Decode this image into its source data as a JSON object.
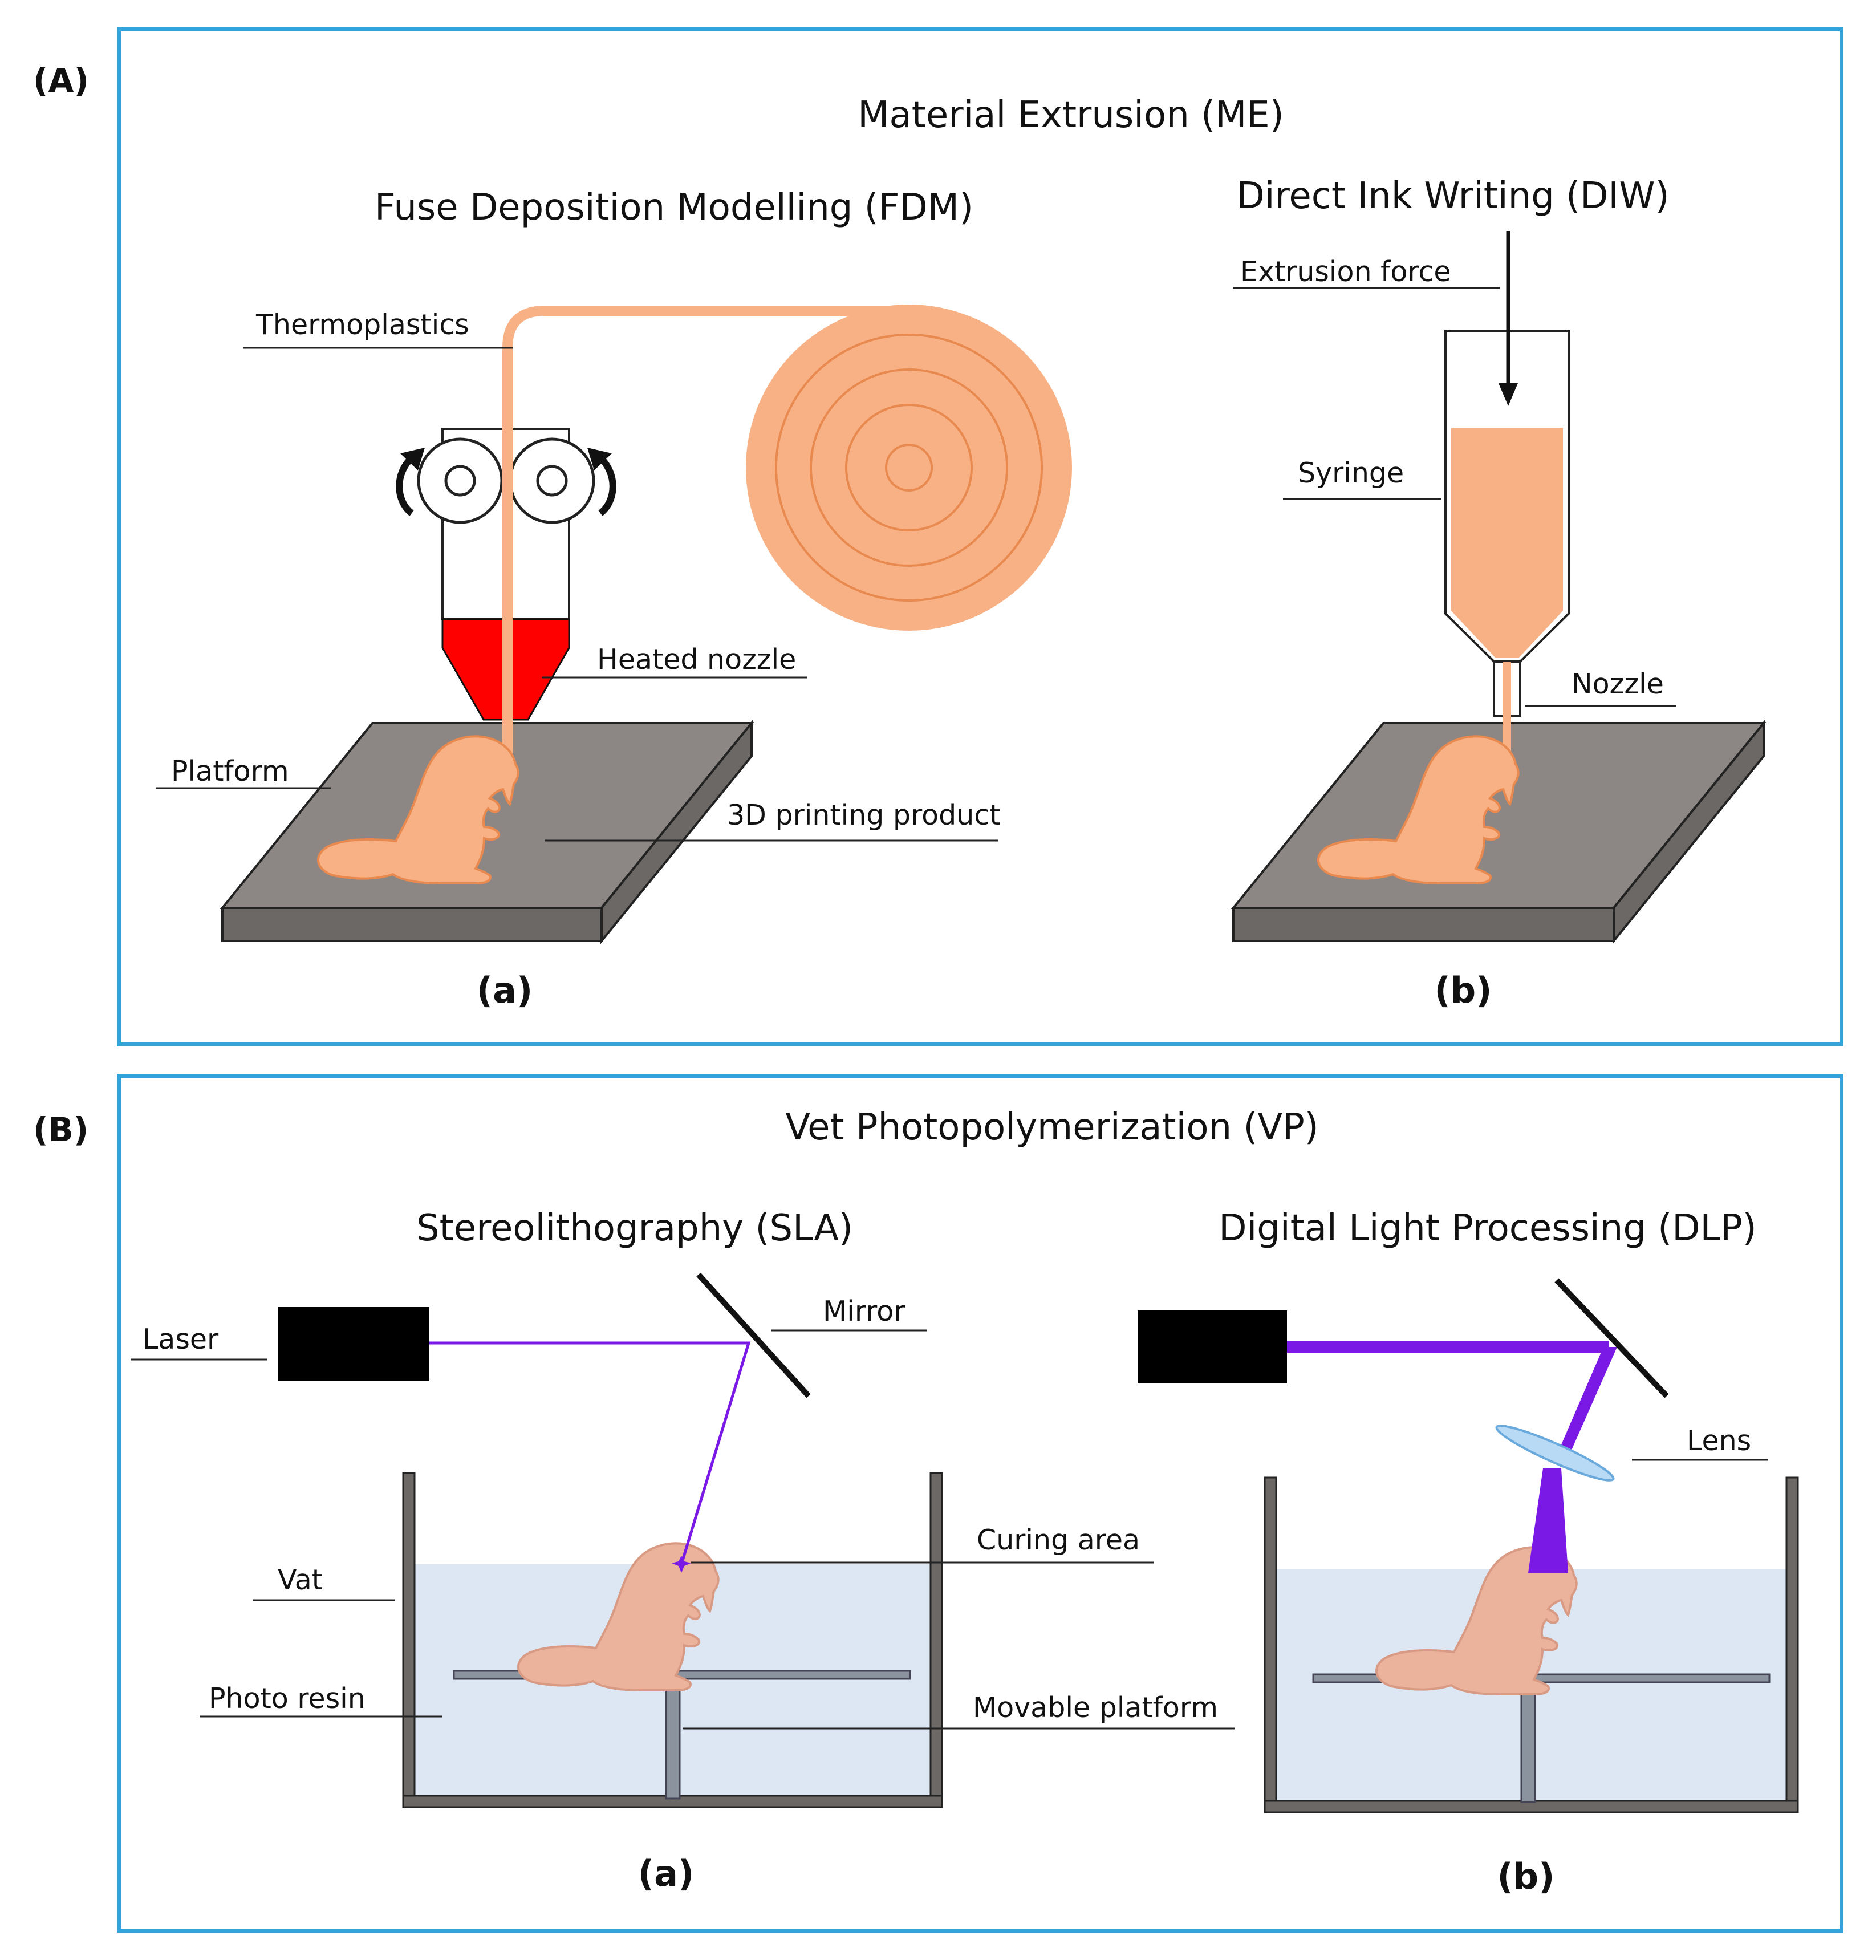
{
  "panel_a": {
    "tag": "(A)",
    "title": "Material Extrusion (ME)",
    "left": {
      "title": "Fuse Deposition Modelling (FDM)",
      "labels": {
        "thermoplastics": "Thermoplastics",
        "heated_nozzle": "Heated nozzle",
        "platform": "Platform",
        "product": "3D printing product"
      },
      "caption": "(a)"
    },
    "right": {
      "title": "Direct Ink Writing (DIW)",
      "labels": {
        "extrusion_force": "Extrusion force",
        "syringe": "Syringe",
        "nozzle": "Nozzle"
      },
      "caption": "(b)"
    }
  },
  "panel_b": {
    "tag": "(B)",
    "title": "Vet Photopolymerization (VP)",
    "left": {
      "title": "Stereolithography (SLA)",
      "labels": {
        "laser": "Laser",
        "mirror": "Mirror",
        "curing_area": "Curing area",
        "vat": "Vat",
        "photo_resin": "Photo resin",
        "movable_platform": "Movable platform"
      },
      "caption": "(a)"
    },
    "right": {
      "title": "Digital Light Processing (DLP)",
      "labels": {
        "lens": "Lens"
      },
      "caption": "(b)"
    }
  },
  "colors": {
    "frame": "#33a3d9",
    "material": "#f8b184",
    "material_outline": "#e8894f",
    "nozzle_heat": "#ff0000",
    "platform_top": "#8c8784",
    "platform_side": "#6c6866",
    "resin": "#dce7f3",
    "beam": "#7a18e6",
    "beaver_resin": "#ebb39b"
  }
}
